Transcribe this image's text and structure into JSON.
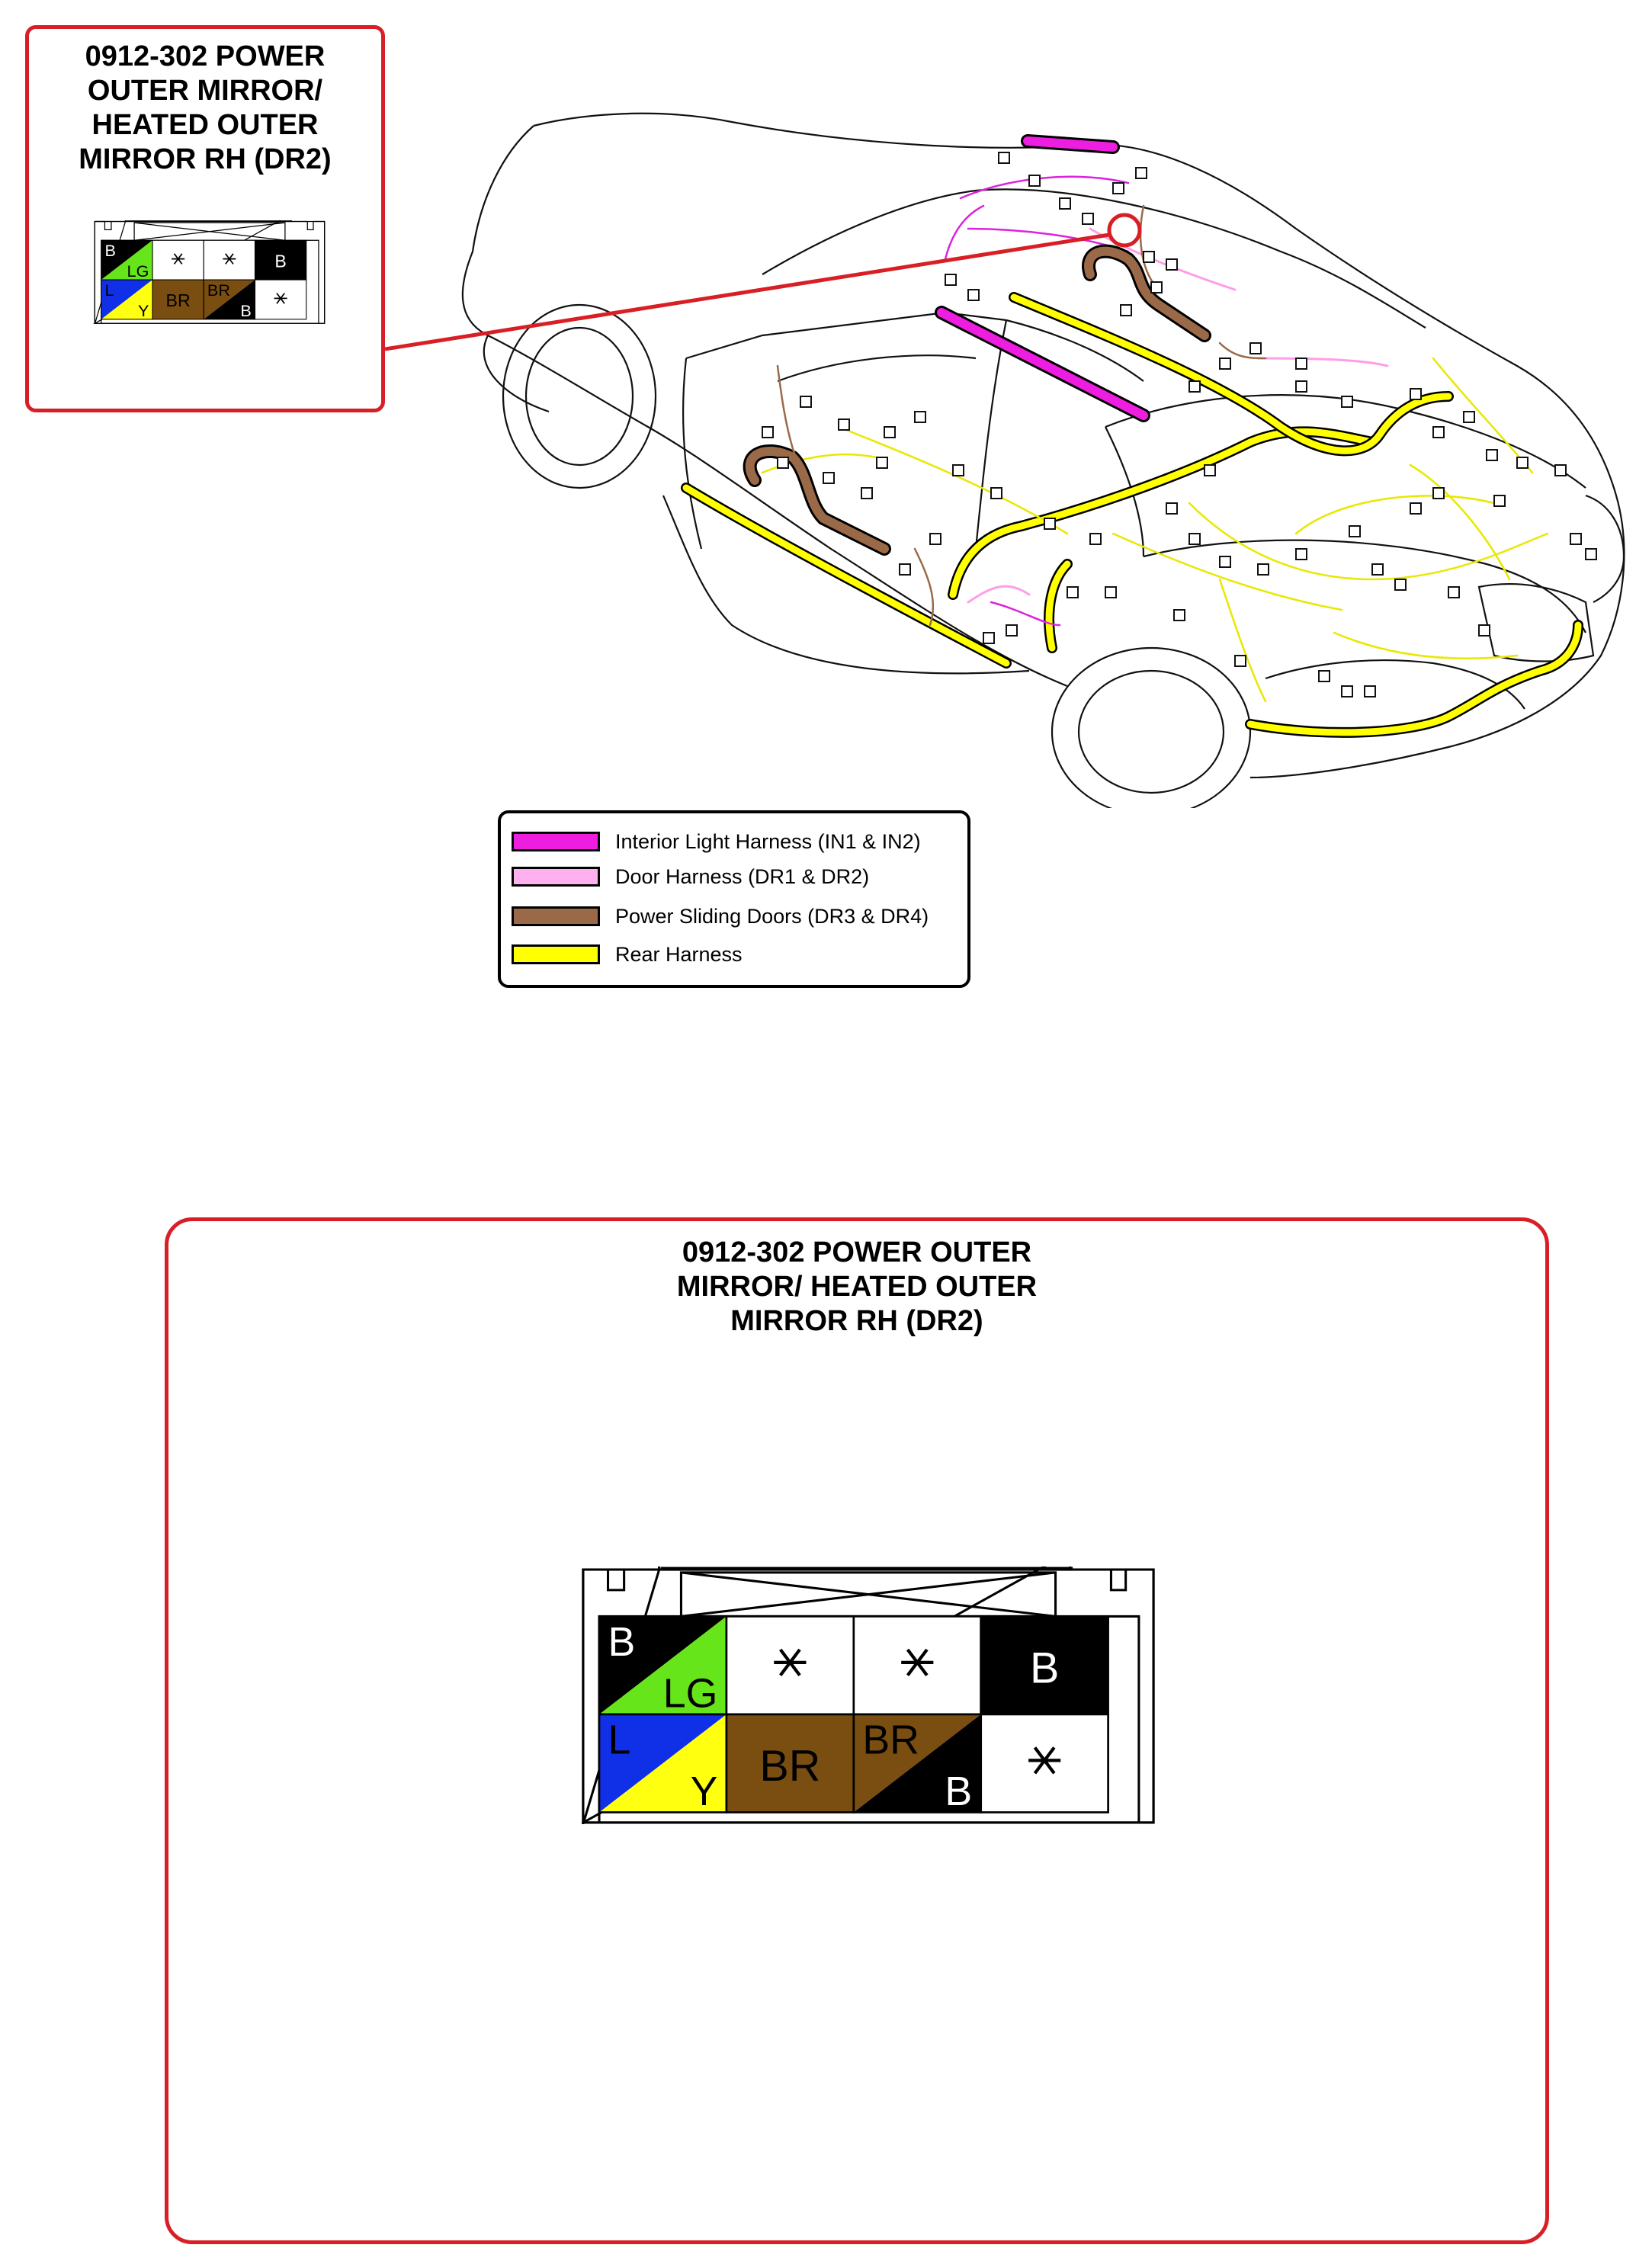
{
  "callout": {
    "title_lines": [
      "0912-302 POWER",
      "OUTER MIRROR/",
      "HEATED OUTER",
      "MIRROR RH (DR2)"
    ]
  },
  "main_panel": {
    "title_lines": [
      "0912-302 POWER OUTER",
      "MIRROR/ HEATED OUTER",
      "MIRROR RH (DR2)"
    ]
  },
  "connector": {
    "cells": [
      {
        "label": "B / LG",
        "top_label": "B",
        "bottom_label": "LG",
        "top_color": "#000000",
        "bottom_color": "#66e61a",
        "top_text_color": "#ffffff",
        "bottom_text_color": "#000000"
      },
      {
        "label": "*",
        "color": "#ffffff"
      },
      {
        "label": "*",
        "color": "#ffffff"
      },
      {
        "label": "B",
        "color": "#000000",
        "text_color": "#ffffff"
      },
      {
        "label": "L / Y",
        "top_label": "L",
        "bottom_label": "Y",
        "top_color": "#1030e8",
        "bottom_color": "#ffff10",
        "top_text_color": "#000000",
        "bottom_text_color": "#000000"
      },
      {
        "label": "BR",
        "color": "#7a4e10",
        "text_color": "#000000"
      },
      {
        "label": "BR / B",
        "top_label": "BR",
        "bottom_label": "B",
        "top_color": "#7a4e10",
        "bottom_color": "#000000",
        "top_text_color": "#000000",
        "bottom_text_color": "#ffffff"
      },
      {
        "label": "*",
        "color": "#ffffff"
      }
    ]
  },
  "legend": {
    "items": [
      {
        "label": "Interior Light Harness (IN1 & IN2)",
        "color": "#ee1ee0"
      },
      {
        "label": "Door Harness (DR1 & DR2)",
        "color": "#ffb0ee"
      },
      {
        "label": "Power Sliding Doors (DR3 & DR4)",
        "color": "#9a6a48"
      },
      {
        "label": "Rear Harness",
        "color": "#ffff00"
      }
    ]
  },
  "colors": {
    "frame_red": "#d91f26",
    "outline": "#000000"
  }
}
